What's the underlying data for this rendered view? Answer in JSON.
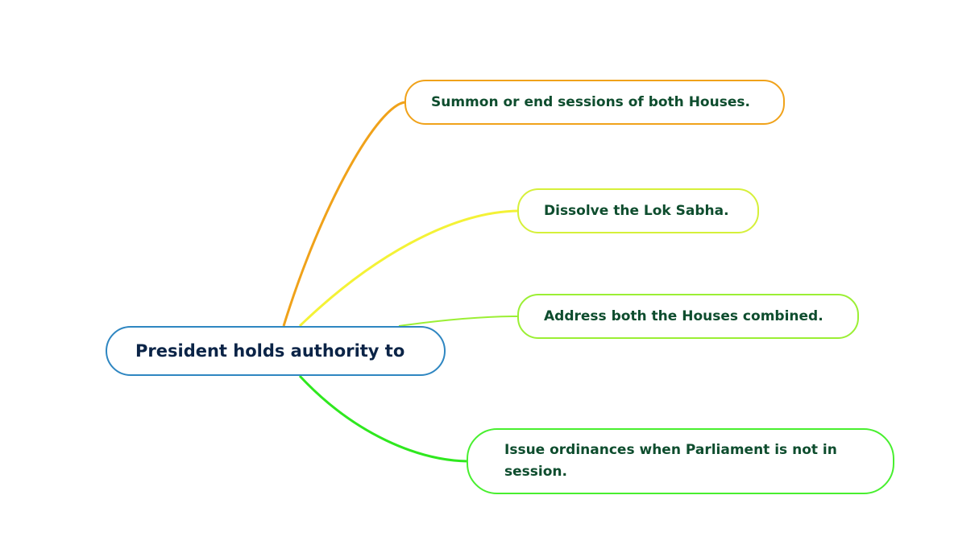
{
  "root": {
    "label": "President holds authority to",
    "color": "#2e86c1"
  },
  "branches": [
    {
      "label": "Summon or end sessions of both Houses.",
      "color": "#f0a21a"
    },
    {
      "label": "Dissolve the Lok Sabha.",
      "color": "#d6f03a"
    },
    {
      "label": "Address both the Houses combined.",
      "color": "#9bef34"
    },
    {
      "label": "Issue ordinances when Parliament is not in session.",
      "color": "#48ef2f"
    }
  ]
}
